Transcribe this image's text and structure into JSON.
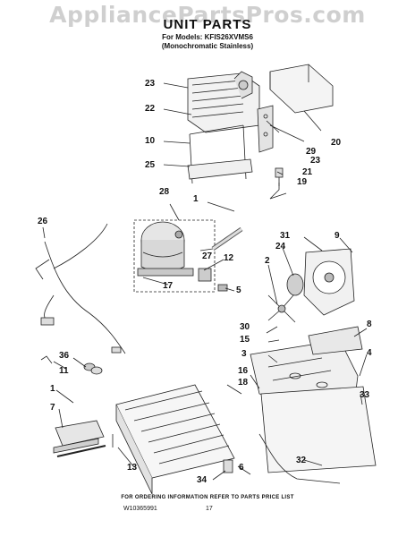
{
  "watermark": "AppliancePartsPros.com",
  "title": "UNIT PARTS",
  "models_line1": "For Models: KFIS26XVMS6",
  "models_line2": "(Monochromatic Stainless)",
  "footer_note": "FOR ORDERING INFORMATION REFER TO PARTS PRICE LIST",
  "doc_id": "W10365991",
  "page_number": "17",
  "callouts": [
    "23",
    "22",
    "10",
    "25",
    "20",
    "29",
    "23",
    "21",
    "19",
    "28",
    "1",
    "26",
    "31",
    "9",
    "24",
    "2",
    "27",
    "12",
    "17",
    "5",
    "30",
    "8",
    "15",
    "3",
    "4",
    "36",
    "11",
    "16",
    "18",
    "1",
    "7",
    "33",
    "13",
    "32",
    "6",
    "34"
  ],
  "colors": {
    "line": "#222222",
    "watermark": "#cfcfcf",
    "fill_light": "#e8e8e8",
    "fill_mid": "#bdbdbd"
  }
}
